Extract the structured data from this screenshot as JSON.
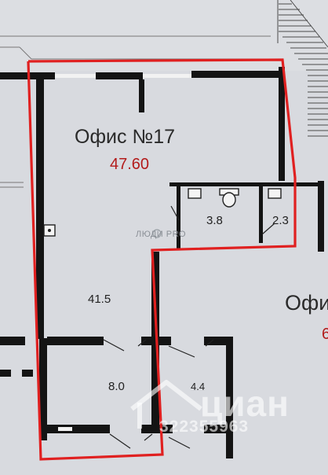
{
  "office": {
    "title": "Офис №17",
    "area": "47.60"
  },
  "rooms": {
    "r1": "3.8",
    "r2": "2.3",
    "r3": "41.5",
    "r4": "8.0",
    "r5": "4.4"
  },
  "neighbor": {
    "title": "Офи",
    "area_partial": "6"
  },
  "watermarks": {
    "agency": "ЛЮДИ PRO",
    "brand": "циан",
    "phone": "322355963"
  },
  "colors": {
    "highlight": "#e02020",
    "wall": "#141414",
    "paper": "#d9dbdf"
  }
}
